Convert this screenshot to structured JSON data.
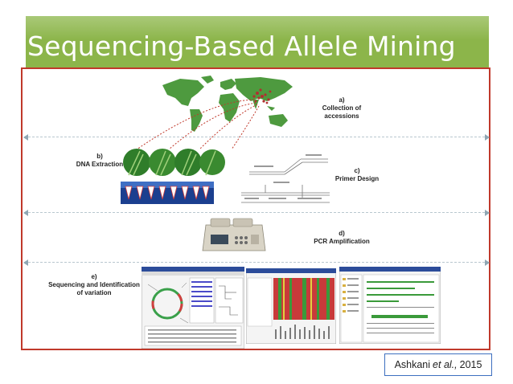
{
  "slide": {
    "title": "Sequencing-Based Allele Mining",
    "citation": {
      "author": "Ashkani",
      "etal": "et al.,",
      "year": "2015"
    }
  },
  "steps": [
    {
      "letter": "a)",
      "label": "Collection of accessions"
    },
    {
      "letter": "b)",
      "label": "DNA Extraction"
    },
    {
      "letter": "c)",
      "label": "Primer Design"
    },
    {
      "letter": "d)",
      "label": "PCR Amplification"
    },
    {
      "letter": "e)",
      "label_line1": "Sequencing and Identification",
      "label_line2": "of variation"
    }
  ],
  "colors": {
    "title_bar": "#8cb54a",
    "frame_border": "#c0392b",
    "citation_border": "#3d6fbf",
    "map_land": "#4e9a3f"
  }
}
